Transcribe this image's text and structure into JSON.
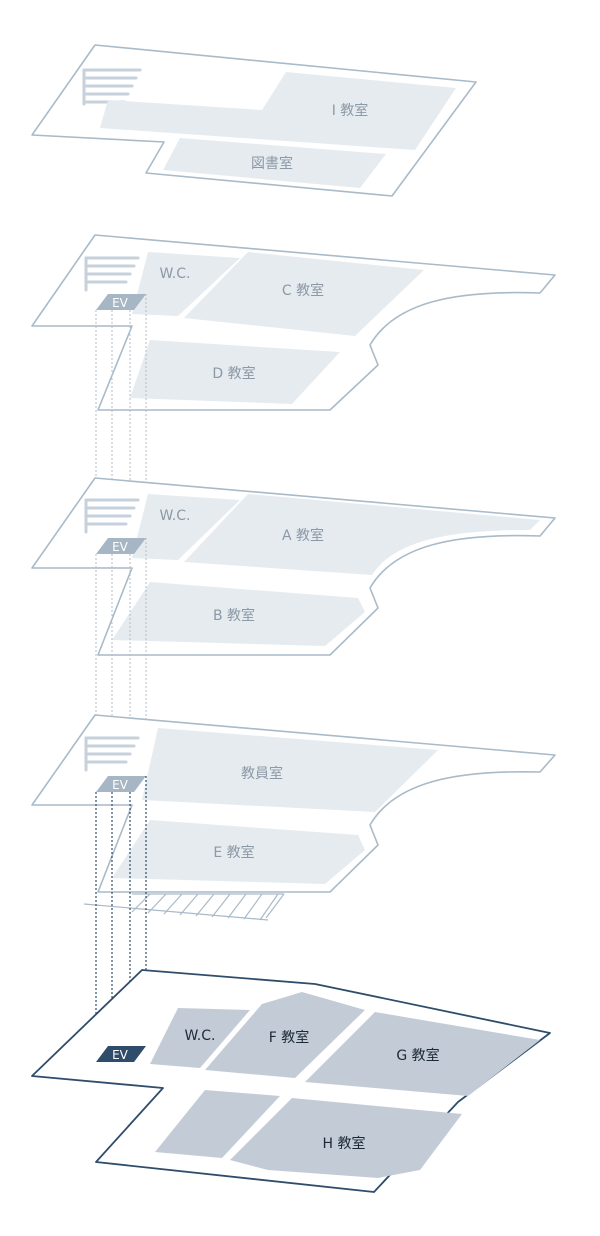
{
  "floors": {
    "floor_top": {
      "rooms": {
        "classroom_i": "I 教室",
        "library": "図書室"
      }
    },
    "floor_4": {
      "rooms": {
        "wc": "W.C.",
        "classroom_c": "C 教室",
        "classroom_d": "D 教室",
        "ev": "EV"
      }
    },
    "floor_3": {
      "rooms": {
        "wc": "W.C.",
        "classroom_a": "A 教室",
        "classroom_b": "B 教室",
        "ev": "EV"
      }
    },
    "floor_2": {
      "rooms": {
        "staff_room": "教員室",
        "classroom_e": "E 教室",
        "ev": "EV"
      }
    },
    "floor_1": {
      "rooms": {
        "wc": "W.C.",
        "classroom_f": "F 教室",
        "classroom_g": "G 教室",
        "classroom_h": "H 教室",
        "ev": "EV"
      }
    }
  },
  "colors": {
    "outline_light": "#a9bac8",
    "outline_dark": "#2f4d6b",
    "room_light": "#e6ebf0",
    "room_dark": "#c3ccd6",
    "ev_light": "#a7b6c4",
    "ev_dark": "#2f4d6b"
  }
}
